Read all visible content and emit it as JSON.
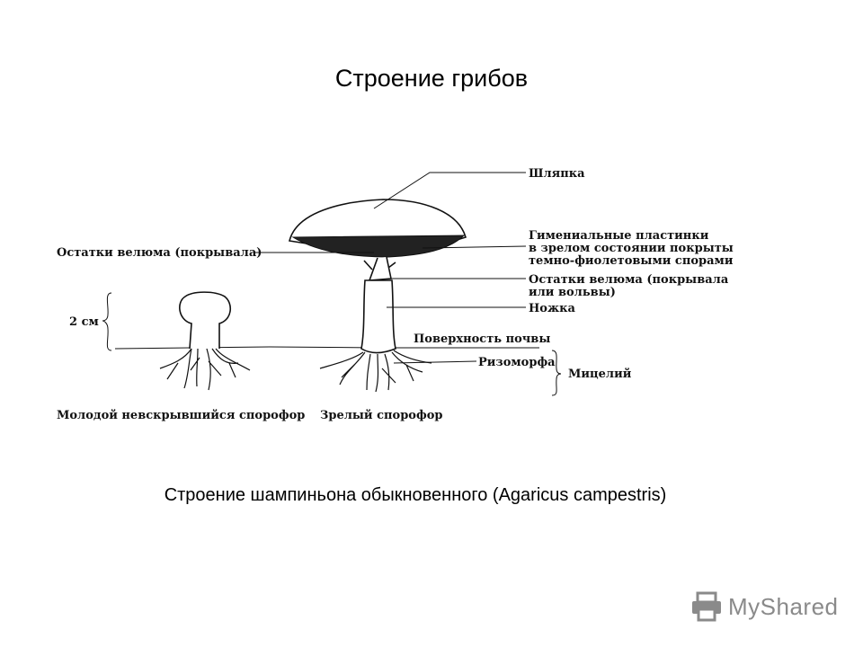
{
  "title": "Строение грибов",
  "caption": "Строение шампиньона обыкновенного (Agaricus campestris)",
  "diagram": {
    "labels": {
      "cap": "Шляпка",
      "gills_1": "Гимениальные пластинки",
      "gills_2": "в зрелом состоянии покрыты",
      "gills_3": "темно-фиолетовыми спорами",
      "veil_left": "Остатки велюма (покрывала)",
      "veil_right_1": "Остатки велюма (покрывала",
      "veil_right_2": "или вольвы)",
      "stem": "Ножка",
      "soil": "Поверхность почвы",
      "rhizomorph": "Ризоморфа",
      "mycelium": "Мицелий",
      "scale": "2 см",
      "young": "Молодой невскрывшийся спорофор",
      "mature": "Зрелый спорофор"
    }
  },
  "watermark": {
    "brand": "MyShared",
    "icon": "printer-logo-icon"
  }
}
